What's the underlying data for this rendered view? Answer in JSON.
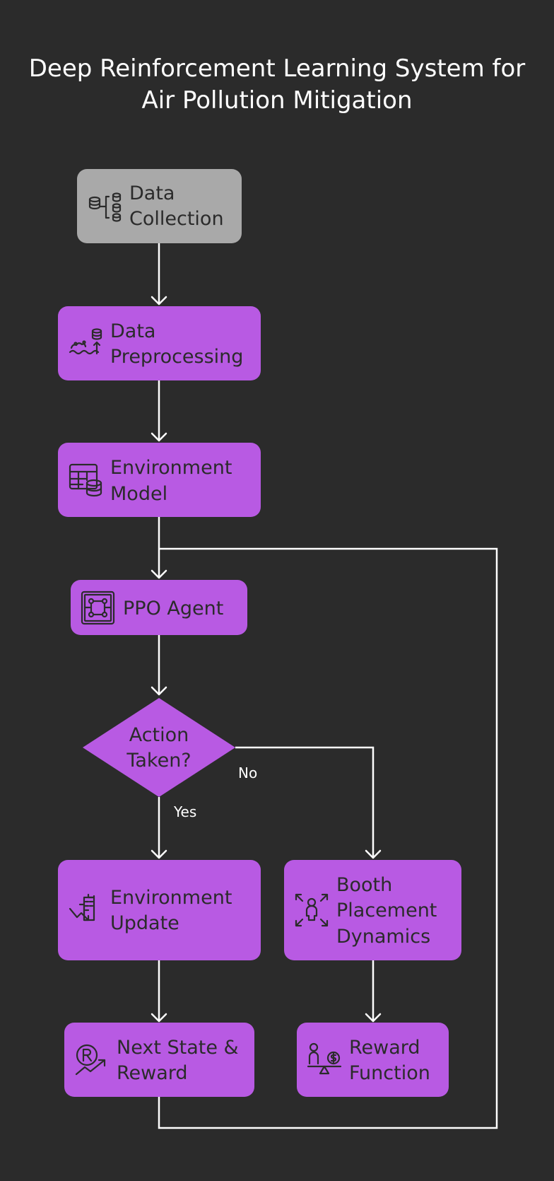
{
  "title": {
    "line1": "Deep Reinforcement Learning System for",
    "line2": "Air Pollution Mitigation"
  },
  "colors": {
    "background": "#2b2b2b",
    "node_purple": "#b85ae3",
    "node_gray": "#a9a9a9",
    "edge": "#ffffff",
    "text_dark": "#2b2b2b"
  },
  "nodes": {
    "data_collection": {
      "lines": [
        "Data",
        "Collection"
      ],
      "icon": "database-branch-icon"
    },
    "data_preprocessing": {
      "lines": [
        "Data",
        "Preprocessing"
      ],
      "icon": "data-cleaning-icon"
    },
    "environment_model": {
      "lines": [
        "Environment",
        "Model"
      ],
      "icon": "table-database-icon"
    },
    "ppo_agent": {
      "lines": [
        "PPO Agent"
      ],
      "icon": "circuit-board-icon"
    },
    "decision": {
      "lines": [
        "Action",
        "Taken?"
      ]
    },
    "environment_update": {
      "lines": [
        "Environment",
        "Update"
      ],
      "icon": "city-trend-icon"
    },
    "booth_placement": {
      "lines": [
        "Booth",
        "Placement",
        "Dynamics"
      ],
      "icon": "person-expand-icon"
    },
    "next_state": {
      "lines": [
        "Next State &",
        "Reward"
      ],
      "icon": "reward-growth-icon"
    },
    "reward_function": {
      "lines": [
        "Reward",
        "Function"
      ],
      "icon": "person-balance-icon"
    }
  },
  "edge_labels": {
    "yes": "Yes",
    "no": "No"
  }
}
